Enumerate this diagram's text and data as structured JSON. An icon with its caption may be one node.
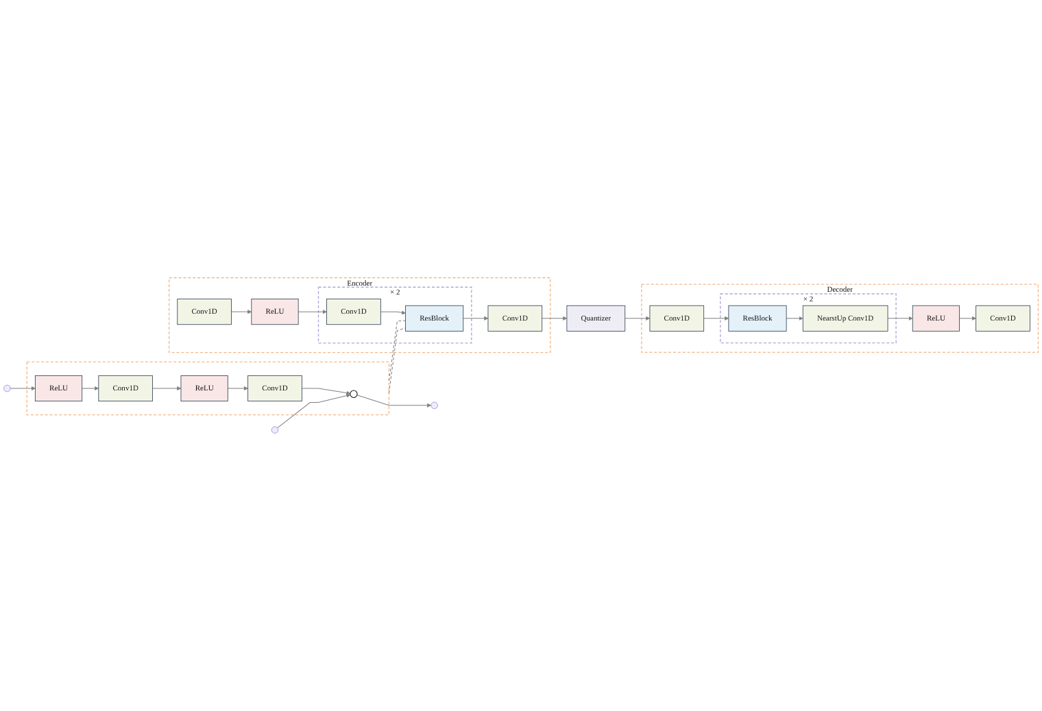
{
  "diagram": {
    "nodes": [
      {
        "text": [],
        "shape": "box"
      },
      {
        "text": [],
        "shape": "circle",
        "in": 0
      },
      {
        "text": [
          "Conv1D"
        ],
        "in": 0
      },
      {
        "text": [
          "ReLU"
        ],
        "in": 0
      },
      {
        "text": [
          "Conv1D"
        ],
        "in": 0
      },
      {
        "text": [
          "ReLU"
        ],
        "in": 0
      },
      {
        "text": [
          "Encoder"
        ]
      },
      {
        "text": [
          "Conv1D"
        ],
        "in": 6
      },
      {
        "text": [
          "× 2"
        ],
        "in": 6
      },
      {
        "text": [
          "ResBlock"
        ],
        "in": 8
      },
      {
        "text": [
          "Conv1D"
        ],
        "in": 8
      },
      {
        "text": [
          "ReLU"
        ],
        "in": 6
      },
      {
        "text": [
          "Conv1D"
        ],
        "in": 6
      },
      {
        "text": [
          "Quantizer"
        ]
      },
      {
        "text": [
          "Decoder"
        ]
      },
      {
        "text": [
          "Conv1D"
        ],
        "in": 14
      },
      {
        "text": [
          "× 2"
        ],
        "in": 14
      },
      {
        "text": [
          "ResBlock"
        ],
        "in": 16
      },
      {
        "text": [
          "NearstUp Conv1D"
        ],
        "in": 16
      },
      {
        "text": [
          "ReLU"
        ],
        "in": 14
      },
      {
        "text": [
          "Conv1D"
        ],
        "in": 14
      }
    ],
    "edges": [
      {
        "from": null,
        "to": 5,
        "arrow": "to"
      },
      {
        "from": 5,
        "to": 4,
        "arrow": "to"
      },
      {
        "from": 4,
        "to": 3,
        "arrow": "to"
      },
      {
        "from": 3,
        "to": 2,
        "arrow": "to"
      },
      {
        "from": 2,
        "to": 1,
        "arrow": "to"
      },
      {
        "from": null,
        "to": 1,
        "arrow": "to"
      },
      {
        "from": 1,
        "to": null,
        "arrow": "to"
      },
      {
        "from": 0,
        "to": 9,
        "arrow": "none",
        "style": "dashed"
      },
      {
        "from": 0,
        "to": 9,
        "arrow": "none",
        "style": "dashed"
      },
      {
        "from": 12,
        "to": 11,
        "arrow": "to"
      },
      {
        "from": 11,
        "to": 10,
        "arrow": "to"
      },
      {
        "from": 10,
        "to": 9,
        "arrow": "to"
      },
      {
        "from": 9,
        "to": 7,
        "arrow": "to"
      },
      {
        "from": 7,
        "to": 13,
        "arrow": "to"
      },
      {
        "from": 13,
        "to": 15,
        "arrow": "to"
      },
      {
        "from": 15,
        "to": 17,
        "arrow": "to"
      },
      {
        "from": 17,
        "to": 18,
        "arrow": "to"
      },
      {
        "from": 18,
        "to": 19,
        "arrow": "to"
      },
      {
        "from": 19,
        "to": 20,
        "arrow": "to"
      }
    ]
  }
}
